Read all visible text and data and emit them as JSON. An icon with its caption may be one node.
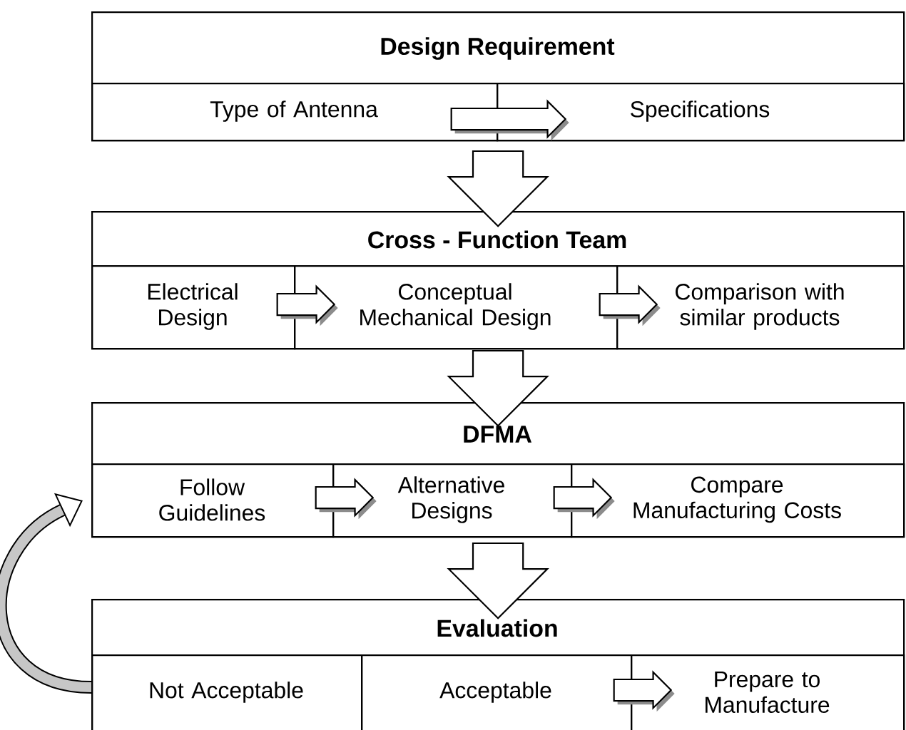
{
  "diagram": {
    "nodes": [
      {
        "text": [
          "Design Requirement"
        ]
      },
      {
        "text": [
          "Type of Antenna"
        ],
        "in": 0
      },
      {
        "text": [
          "Specifications"
        ],
        "in": 0
      },
      {
        "text": [
          "Cross - Function Team"
        ]
      },
      {
        "text": [
          "Electrical Design"
        ],
        "in": 3
      },
      {
        "text": [
          "Conceptual Mechanical Design"
        ],
        "in": 3
      },
      {
        "text": [
          "Comparison with similar products"
        ],
        "in": 3
      },
      {
        "text": [
          "DFMA"
        ]
      },
      {
        "text": [
          "Follow Guidelines"
        ],
        "in": 7
      },
      {
        "text": [
          "Alternative Designs"
        ],
        "in": 7
      },
      {
        "text": [
          "Compare Manufacturing Costs"
        ],
        "in": 7
      },
      {
        "text": [
          "Evaluation"
        ]
      },
      {
        "text": [
          "Not Acceptable"
        ],
        "in": 11
      },
      {
        "text": [
          "Acceptable"
        ],
        "in": 11
      },
      {
        "text": [
          "Prepare to Manufacture"
        ],
        "in": 11
      }
    ],
    "edges": [
      {
        "from": 1,
        "to": 2,
        "arrow": "to"
      },
      {
        "from": 0,
        "to": 3,
        "arrow": "to"
      },
      {
        "from": 4,
        "to": 5,
        "arrow": "to"
      },
      {
        "from": 5,
        "to": 6,
        "arrow": "to"
      },
      {
        "from": 3,
        "to": 7,
        "arrow": "to"
      },
      {
        "from": 8,
        "to": 9,
        "arrow": "to"
      },
      {
        "from": 9,
        "to": 10,
        "arrow": "to"
      },
      {
        "from": 7,
        "to": 11,
        "arrow": "to"
      },
      {
        "from": 13,
        "to": 14,
        "arrow": "to"
      },
      {
        "from": 12,
        "to": 8,
        "arrow": "to"
      }
    ]
  }
}
